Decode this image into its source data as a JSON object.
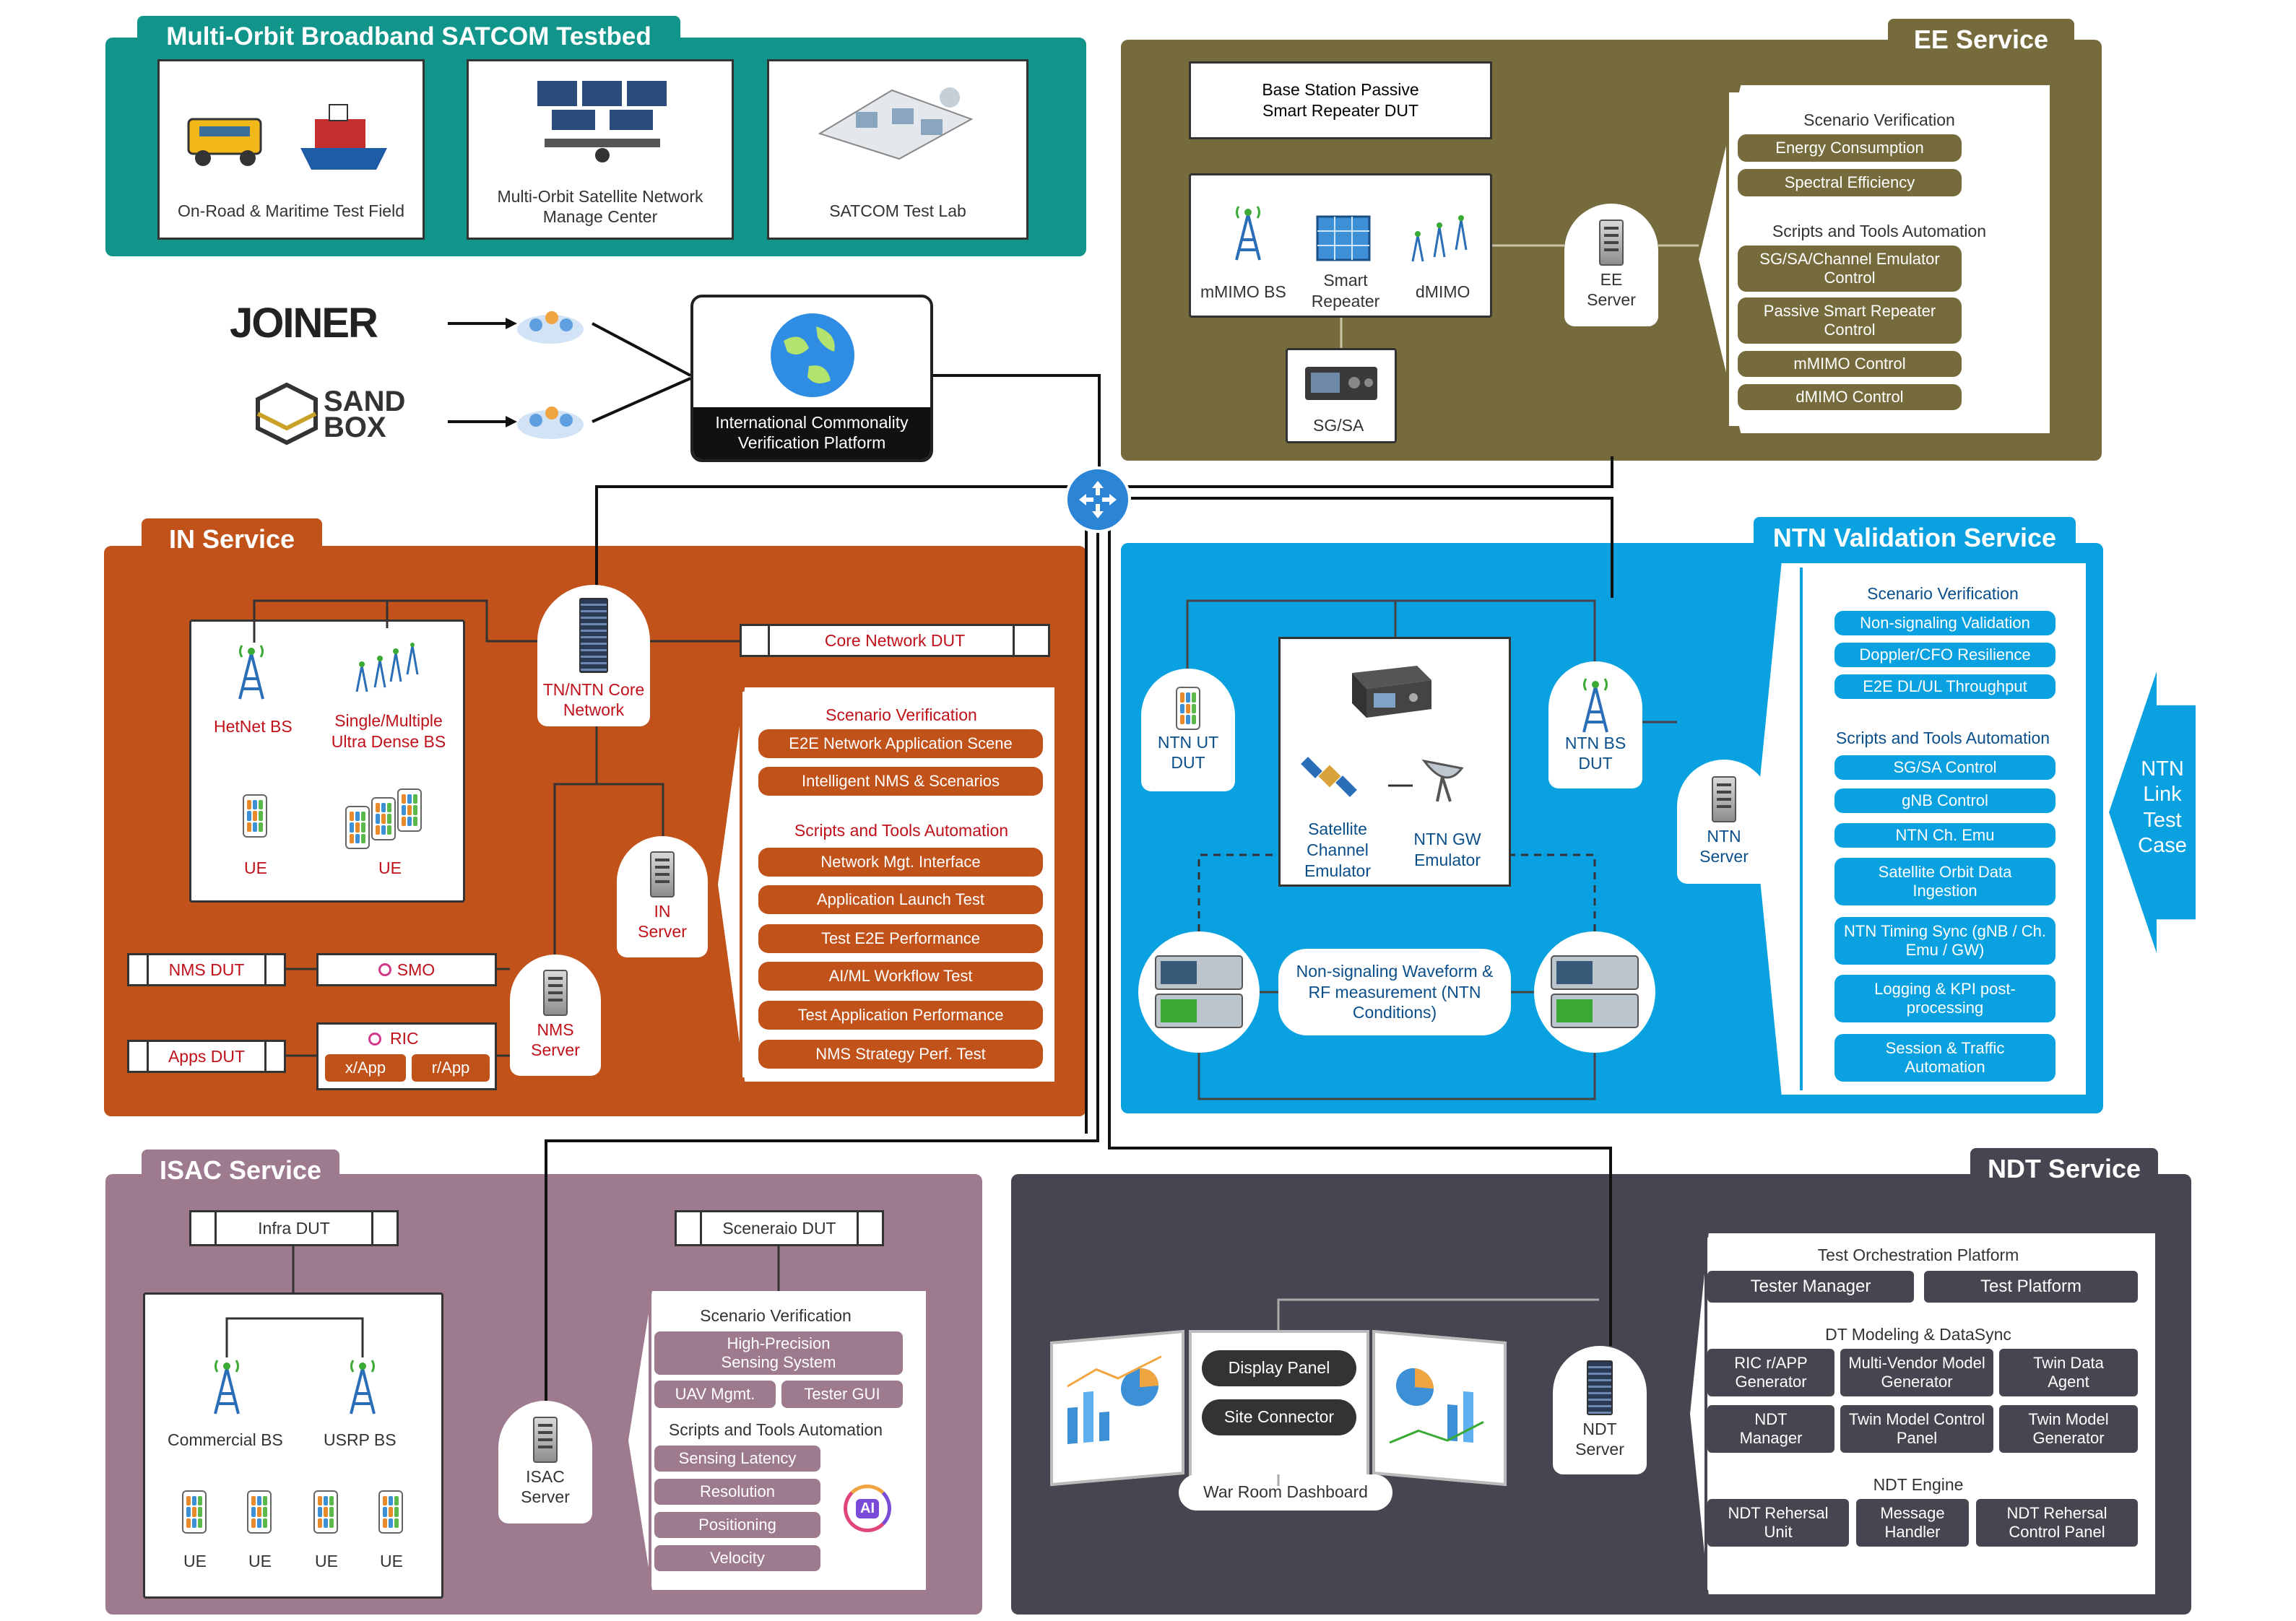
{
  "satcom": {
    "title": "Multi-Orbit Broadband SATCOM Testbed",
    "items": [
      "On-Road & Maritime Test Field",
      "Multi-Orbit Satellite Network Manage Center",
      "SATCOM Test Lab"
    ]
  },
  "partners": {
    "joiner": "JOINER",
    "sandbox_1": "SAND",
    "sandbox_2": "BOX"
  },
  "platform": {
    "label": "International Commonality Verification Platform"
  },
  "ee": {
    "title": "EE Service",
    "dut": "Base Station Passive Smart Repeater DUT",
    "mmimo": "mMIMO BS",
    "repeater": "Smart Repeater",
    "dmimo": "dMIMO",
    "sgsa": "SG/SA",
    "server": "EE Server",
    "scenario_title": "Scenario Verification",
    "scenario": [
      "Energy Consumption",
      "Spectral Efficiency"
    ],
    "scripts_title": "Scripts and Tools Automation",
    "scripts": [
      "SG/SA/Channel Emulator Control",
      "Passive Smart Repeater Control",
      "mMIMO Control",
      "dMIMO Control"
    ],
    "color": "#766b3c"
  },
  "in": {
    "title": "IN Service",
    "hetnet": "HetNet BS",
    "ultra": "Single/Multiple Ultra Dense BS",
    "ue1": "UE",
    "ue2": "UE",
    "core": "TN/NTN Core Network",
    "core_dut": "Core Network DUT",
    "in_server": "IN Server",
    "nms_server": "NMS Server",
    "nms_dut": "NMS DUT",
    "apps_dut": "Apps DUT",
    "smo": "SMO",
    "ric": "RIC",
    "xapp": "x/App",
    "rapp": "r/App",
    "scenario_title": "Scenario Verification",
    "scenario": [
      "E2E Network Application Scene",
      "Intelligent NMS & Scenarios"
    ],
    "scripts_title": "Scripts and Tools Automation",
    "scripts": [
      "Network Mgt. Interface",
      "Application Launch Test",
      "Test E2E Performance",
      "AI/ML Workflow Test",
      "Test Application Performance",
      "NMS Strategy Perf. Test"
    ],
    "color": "#c0521a"
  },
  "ntn": {
    "title": "NTN Validation Service",
    "ut": "NTN UT DUT",
    "bs": "NTN BS DUT",
    "sat": "Satellite Channel Emulator",
    "gw": "NTN GW Emulator",
    "meas": "Non-signaling Waveform & RF measurement (NTN Conditions)",
    "server": "NTN Server",
    "scenario_title": "Scenario Verification",
    "scenario": [
      "Non-signaling Validation",
      "Doppler/CFO Resilience",
      "E2E DL/UL Throughput"
    ],
    "scripts_title": "Scripts and Tools Automation",
    "scripts": [
      "SG/SA Control",
      "gNB Control",
      "NTN Ch. Emu",
      "Satellite Orbit Data Ingestion",
      "NTN Timing Sync (gNB / Ch. Emu / GW)",
      "Logging & KPI post-processing",
      "Session & Traffic Automation"
    ],
    "arrow": [
      "NTN",
      "Link",
      "Test",
      "Case"
    ],
    "color": "#0aa1e0"
  },
  "isac": {
    "title": "ISAC Service",
    "infra_dut": "Infra DUT",
    "scenario_dut": "Sceneraio DUT",
    "commercial": "Commercial BS",
    "usrp": "USRP BS",
    "ues": [
      "UE",
      "UE",
      "UE",
      "UE"
    ],
    "server": "ISAC Server",
    "scenario_title": "Scenario Verification",
    "scenario": [
      "High-Precision Sensing System",
      "UAV Mgmt.",
      "Tester GUI"
    ],
    "scripts_title": "Scripts and Tools Automation",
    "scripts": [
      "Sensing Latency",
      "Resolution",
      "Positioning",
      "Velocity"
    ],
    "ai": "AI",
    "color": "#9d7a8d"
  },
  "ndt": {
    "title": "NDT Service",
    "display": "Display Panel",
    "site": "Site Connector",
    "dashboard": "War Room Dashboard",
    "server": "NDT Server",
    "orch_title": "Test Orchestration Platform",
    "orch": [
      "Tester Manager",
      "Test Platform"
    ],
    "dt_title": "DT Modeling & DataSync",
    "dt": [
      "RIC r/APP Generator",
      "Multi-Vendor Model Generator",
      "Twin Data Agent",
      "NDT Manager",
      "Twin Model Control Panel",
      "Twin Model Generator"
    ],
    "engine_title": "NDT Engine",
    "engine": [
      "NDT Rehersal Unit",
      "Message Handler",
      "NDT Rehersal Control Panel"
    ],
    "color": "#45464f"
  }
}
